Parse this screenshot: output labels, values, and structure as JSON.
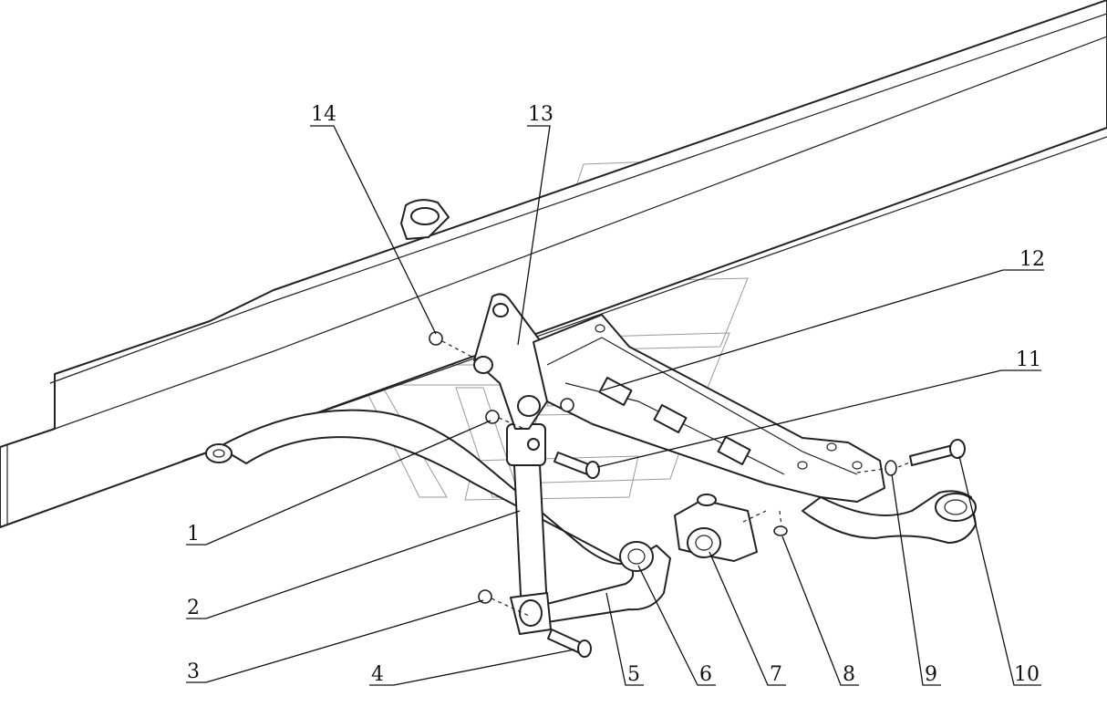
{
  "callouts": [
    {
      "label": "1"
    },
    {
      "label": "2"
    },
    {
      "label": "3"
    },
    {
      "label": "4"
    },
    {
      "label": "5"
    },
    {
      "label": "6"
    },
    {
      "label": "7"
    },
    {
      "label": "8"
    },
    {
      "label": "9"
    },
    {
      "label": "10"
    },
    {
      "label": "11"
    },
    {
      "label": "12"
    },
    {
      "label": "13"
    },
    {
      "label": "14"
    }
  ],
  "colors": {
    "line": "#222222",
    "watermark": "#999999",
    "background": "#ffffff"
  }
}
